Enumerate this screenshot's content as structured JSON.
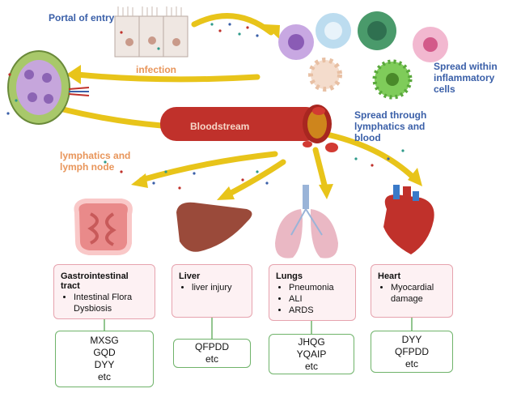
{
  "labels": {
    "portal": "Portal of entry",
    "infection": "infection",
    "spread_inflam": "Spread within inflammatory cells",
    "bloodstream": "Bloodstream",
    "spread_lymph": "Spread through lymphatics and blood",
    "lymph_node": "lymphatics and lymph node"
  },
  "organs": [
    {
      "title": "Gastrointestinal tract",
      "items": [
        "Intestinal Flora Dysbiosis"
      ],
      "drugs": [
        "MXSG",
        "GQD",
        "DYY",
        "etc"
      ]
    },
    {
      "title": "Liver",
      "items": [
        "liver injury"
      ],
      "drugs": [
        "QFPDD",
        "etc"
      ]
    },
    {
      "title": "Lungs",
      "items": [
        "Pneumonia",
        "ALI",
        "ARDS"
      ],
      "drugs": [
        "JHQG",
        "YQAIP",
        "etc"
      ]
    },
    {
      "title": "Heart",
      "items": [
        "Myocardial damage"
      ],
      "drugs": [
        "DYY",
        "QFPDD",
        "etc"
      ]
    }
  ],
  "colors": {
    "arrow": "#e8c41a",
    "box_border": "#e6a3ae",
    "box_fill": "#fdf1f3",
    "rx_border": "#6fb36a",
    "blue_text": "#3a5fa8",
    "orange_text": "#e8955a",
    "vessel": "#c0312b"
  }
}
